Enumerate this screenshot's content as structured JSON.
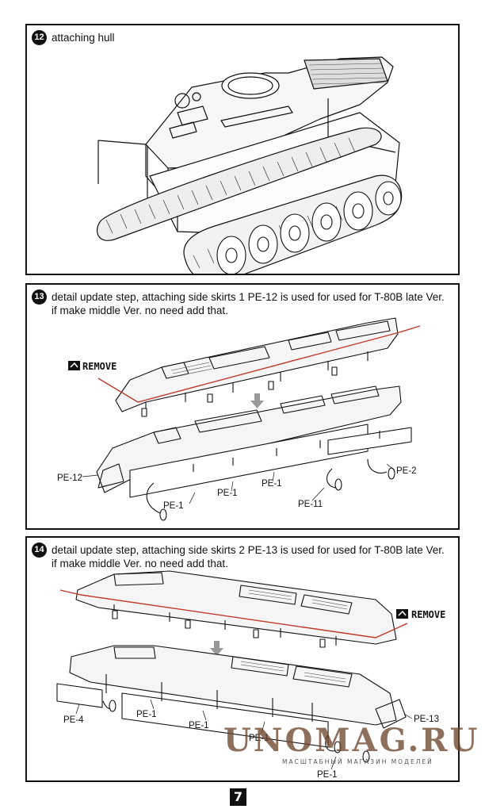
{
  "steps": [
    {
      "number": "12",
      "title": "attaching hull"
    },
    {
      "number": "13",
      "title": "detail update step,  attaching side skirts 1 PE-12 is used for used for T-80B late Ver. if make middle Ver. no need add that."
    },
    {
      "number": "14",
      "title": "detail update step,  attaching side skirts 2 PE-13 is used for used for T-80B late Ver. if make   middle Ver. no need add that."
    }
  ],
  "step13_labels": {
    "remove": "REMOVE",
    "pe12": "PE-12",
    "pe1_a": "PE-1",
    "pe1_b": "PE-1",
    "pe1_c": "PE-1",
    "pe11": "PE-11",
    "pe2": "PE-2"
  },
  "step14_labels": {
    "remove": "REMOVE",
    "pe4": "PE-4",
    "pe1_a": "PE-1",
    "pe1_b": "PE-1",
    "pe1_c": "PE-1",
    "pe1_d": "PE-1",
    "pe13": "PE-13"
  },
  "watermark": {
    "main": "UNOMAG.RU",
    "sub": "МАСШТАБНЫЙ МАГАЗИН МОДЕЛЕЙ"
  },
  "page_number": "7",
  "colors": {
    "ink": "#111111",
    "remove_line": "#c0392b",
    "arrow": "#999999",
    "watermark": "#6e462d"
  }
}
